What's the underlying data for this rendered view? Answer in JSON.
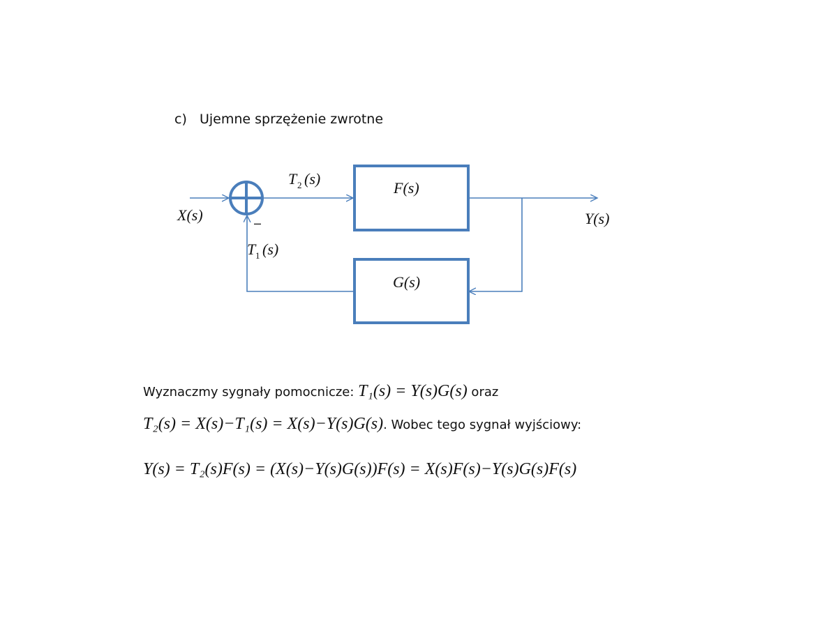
{
  "heading": {
    "marker": "c)",
    "title": "Ujemne sprzężenie zwrotne"
  },
  "diagram": {
    "input_label": "X(s)",
    "output_label": "Y(s)",
    "signal_t2": "T",
    "signal_t2_sub": "2",
    "signal_t2_arg": "(s)",
    "signal_t1": "T",
    "signal_t1_sub": "1",
    "signal_t1_arg": "(s)",
    "minus_sign": "–",
    "forward_block": "F(s)",
    "feedback_block": "G(s)",
    "line_color": "#4a7ebb",
    "block_border_color": "#4a7ebb"
  },
  "text": {
    "line1_prefix": "Wyznaczmy sygnały pomocnicze: ",
    "line1_eq": "T₁(s) = Y(s)G(s)",
    "line1_suffix": " oraz",
    "line2_eq": "T₂(s) = X(s)−T₁(s) = X(s)−Y(s)G(s)",
    "line2_suffix": ". Wobec tego sygnał wyjściowy:",
    "line3_eq": "Y(s) = T₂(s)F(s) = (X(s)−Y(s)G(s))F(s) = X(s)F(s)−Y(s)G(s)F(s)"
  }
}
